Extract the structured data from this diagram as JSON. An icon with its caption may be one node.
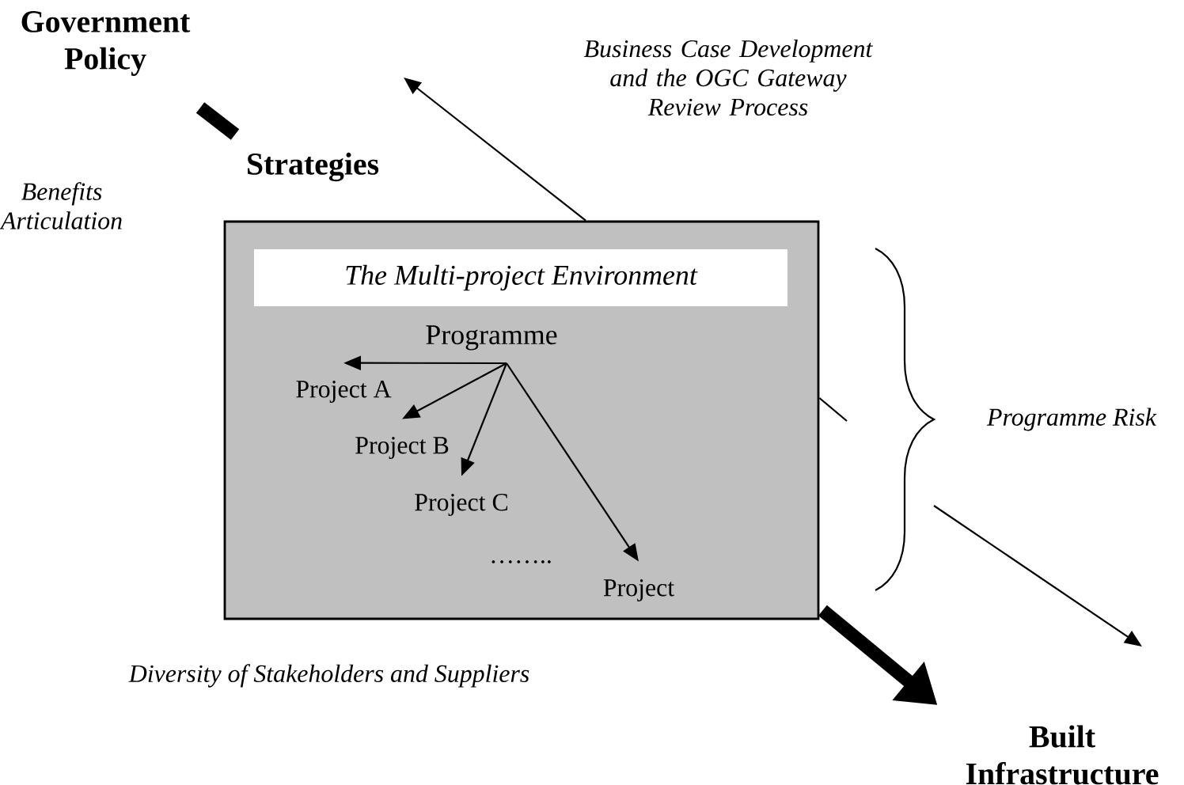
{
  "diagram": {
    "nodes": [
      {
        "text": [
          "Government Policy"
        ]
      },
      {
        "text": [
          "Strategies"
        ]
      },
      {
        "text": [],
        "shape": "box"
      },
      {
        "text": [
          "The Multi-project Environment"
        ],
        "in": 2
      },
      {
        "text": [
          "Programme"
        ],
        "in": 2
      },
      {
        "text": [
          "Project A"
        ],
        "in": 2
      },
      {
        "text": [
          "Project B"
        ],
        "in": 2
      },
      {
        "text": [
          "Project C"
        ],
        "in": 2
      },
      {
        "text": [
          "Project"
        ],
        "in": 2
      },
      {
        "text": [
          "Built Infrastructure"
        ]
      }
    ],
    "edges": [
      {
        "from": 0,
        "to": 1,
        "arrow": "none",
        "style": "thick"
      },
      {
        "from": 2,
        "to": null,
        "arrow": "to"
      },
      {
        "from": 4,
        "to": 5,
        "arrow": "to"
      },
      {
        "from": 4,
        "to": 6,
        "arrow": "to"
      },
      {
        "from": 4,
        "to": 7,
        "arrow": "to"
      },
      {
        "from": 4,
        "to": 8,
        "arrow": "to"
      },
      {
        "from": 2,
        "to": null,
        "arrow": "to"
      },
      {
        "from": 2,
        "to": 9,
        "arrow": "to",
        "style": "thick"
      }
    ],
    "labels": [
      "Business Case Development and the OGC Gateway Review Process",
      "Benefits Articulation",
      "……..",
      "Programme Risk",
      "Diversity of Stakeholders and Suppliers"
    ]
  }
}
